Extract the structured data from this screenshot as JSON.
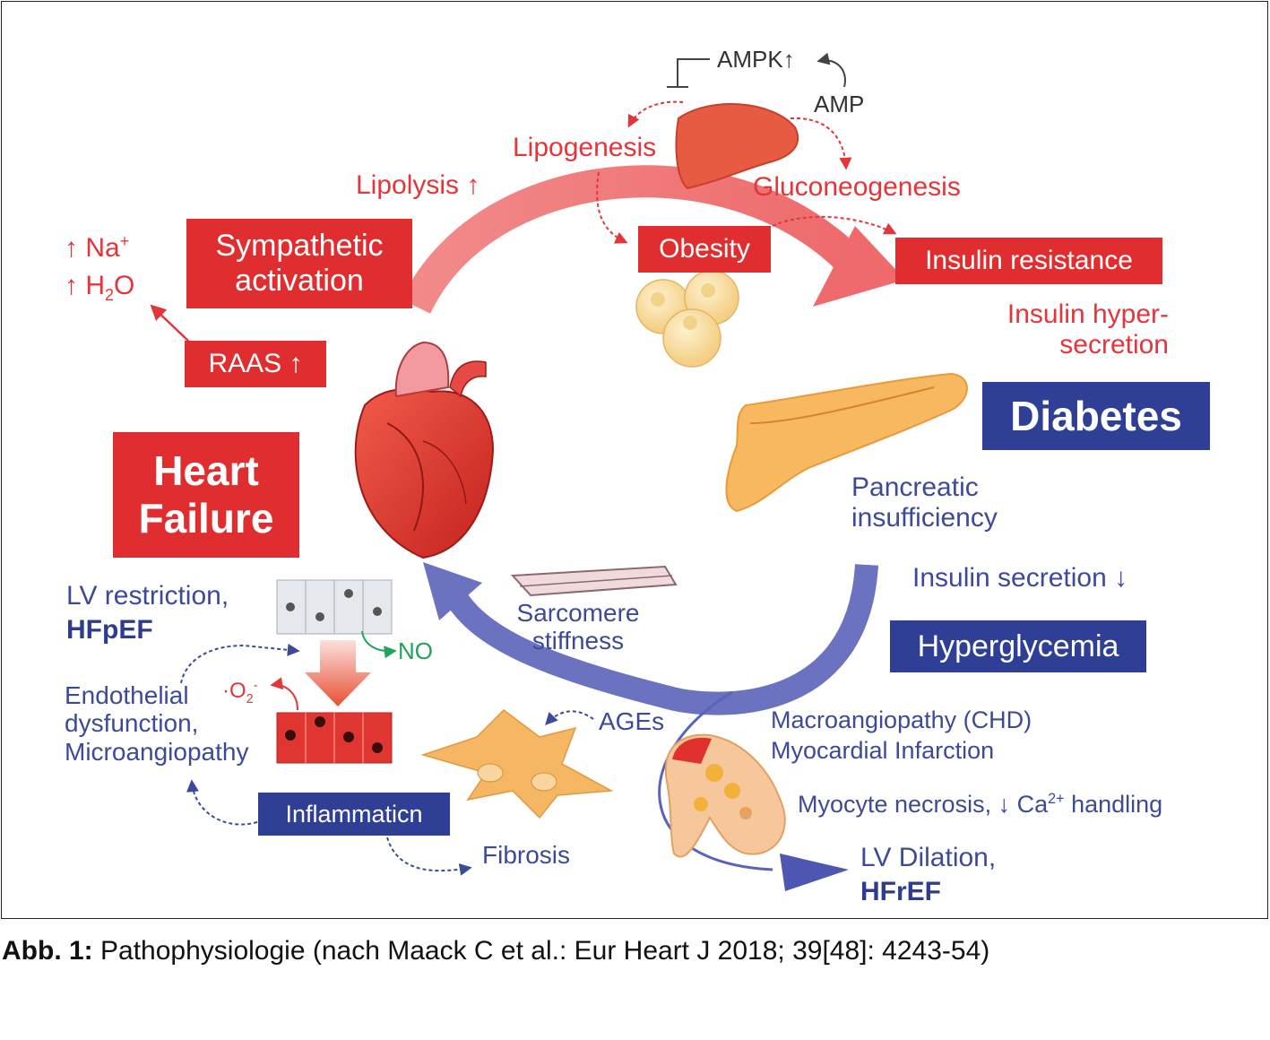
{
  "diagram": {
    "ampk": "AMPK",
    "amp": "AMP",
    "lipogenesis": "Lipogenesis",
    "gluconeogenesis": "Gluconeogenesis",
    "lipolysis": "Lipolysis",
    "obesity": "Obesity",
    "insulin_resistance": "Insulin resistance",
    "insulin_hyper_1": "Insulin hyper-",
    "insulin_hyper_2": "secretion",
    "diabetes": "Diabetes",
    "pancreatic_1": "Pancreatic",
    "pancreatic_2": "insufficiency",
    "insulin_secretion": "Insulin secretion",
    "hyperglycemia": "Hyperglycemia",
    "sympathetic_1": "Sympathetic",
    "sympathetic_2": "activation",
    "raas": "RAAS",
    "na": "Na",
    "h2o_h": "H",
    "h2o_2": "2",
    "h2o_o": "O",
    "heart_failure_1": "Heart",
    "heart_failure_2": "Failure",
    "lv_restriction": "LV restriction,",
    "hfpef": "HFpEF",
    "no": "NO",
    "o2": "O",
    "endothelial_1": "Endothelial",
    "endothelial_2": "dysfunction,",
    "endothelial_3": "Microangiopathy",
    "inflammation": "Inflammaticn",
    "fibrosis": "Fibrosis",
    "ages": "AGEs",
    "sarcomere_1": "Sarcomere",
    "sarcomere_2": "stiffness",
    "macroangiopathy": "Macroangiopathy (CHD)",
    "myocardial": "Myocardial Infarction",
    "myocyte": "Myocyte necrosis,",
    "ca_handling": "Ca",
    "ca_sup": "2+",
    "ca_handling_2": "handling",
    "lv_dilation": "LV Dilation,",
    "hfref": "HFrEF"
  },
  "caption": {
    "label": "Abb. 1:",
    "text": "Pathophysiologie (nach Maack C et al.: Eur Heart J 2018; 39[48]: 4243-54)"
  },
  "colors": {
    "red": "#e02d2f",
    "blue": "#2f3f96",
    "arc_red": "#f07576",
    "arc_blue": "#6b72c0"
  }
}
